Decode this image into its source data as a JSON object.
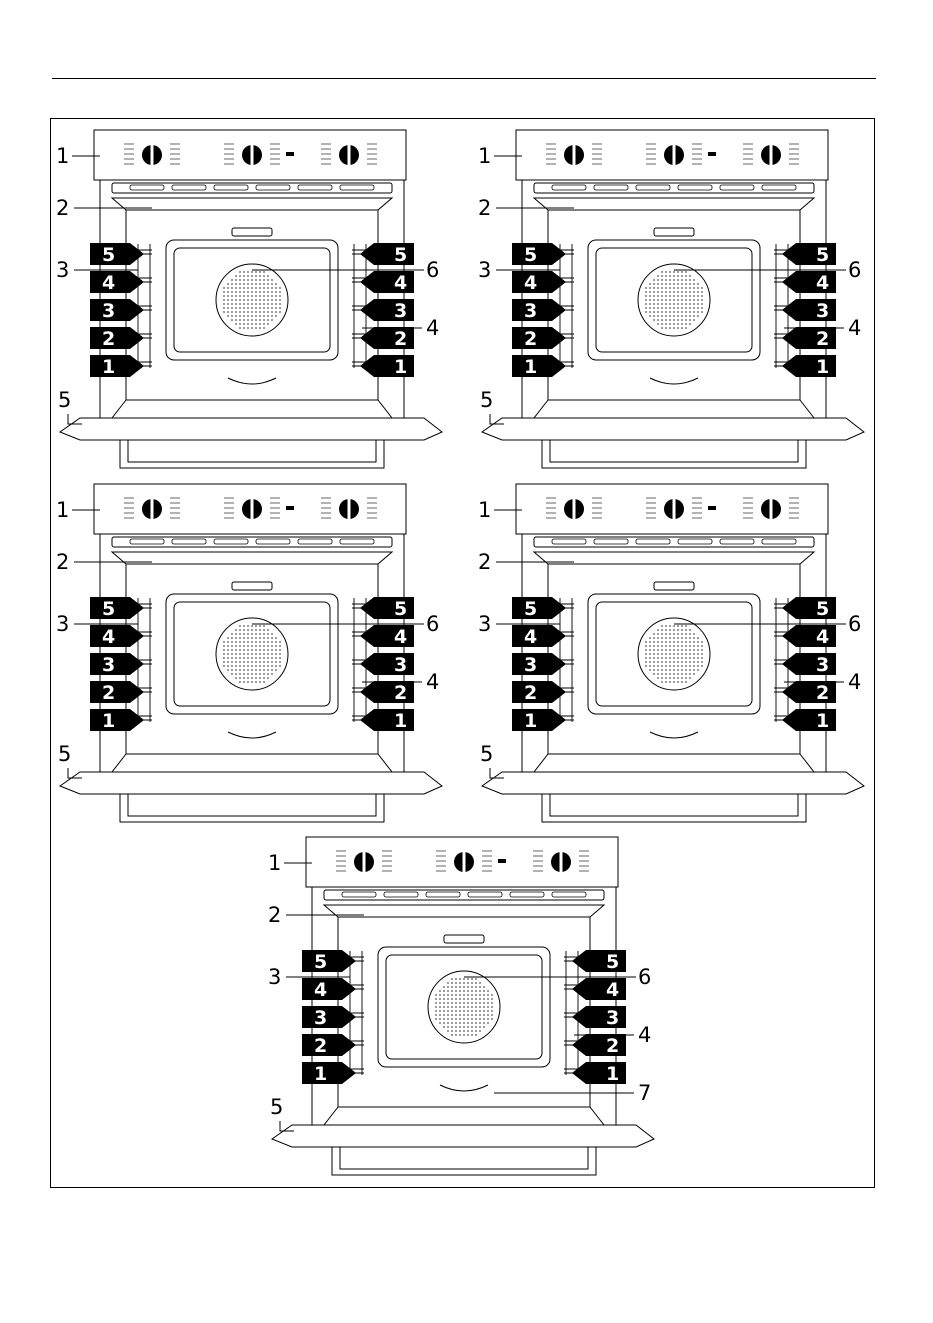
{
  "figure": {
    "ovens": [
      {
        "id": "a",
        "labels": {
          "panel": "1",
          "top": "2",
          "rails": "3",
          "guides": "4",
          "door": "5",
          "fan": "6"
        },
        "shelves": [
          "5",
          "4",
          "3",
          "2",
          "1"
        ]
      },
      {
        "id": "b",
        "labels": {
          "panel": "1",
          "top": "2",
          "rails": "3",
          "guides": "4",
          "door": "5",
          "fan": "6"
        },
        "shelves": [
          "5",
          "4",
          "3",
          "2",
          "1"
        ]
      },
      {
        "id": "c",
        "labels": {
          "panel": "1",
          "top": "2",
          "rails": "3",
          "guides": "4",
          "door": "5",
          "fan": "6"
        },
        "shelves": [
          "5",
          "4",
          "3",
          "2",
          "1"
        ]
      },
      {
        "id": "d",
        "labels": {
          "panel": "1",
          "top": "2",
          "rails": "3",
          "guides": "4",
          "door": "5",
          "fan": "6"
        },
        "shelves": [
          "5",
          "4",
          "3",
          "2",
          "1"
        ]
      },
      {
        "id": "e",
        "labels": {
          "panel": "1",
          "top": "2",
          "rails": "3",
          "guides": "4",
          "door": "5",
          "fan": "6",
          "bottom": "7"
        },
        "shelves": [
          "5",
          "4",
          "3",
          "2",
          "1"
        ]
      }
    ]
  }
}
